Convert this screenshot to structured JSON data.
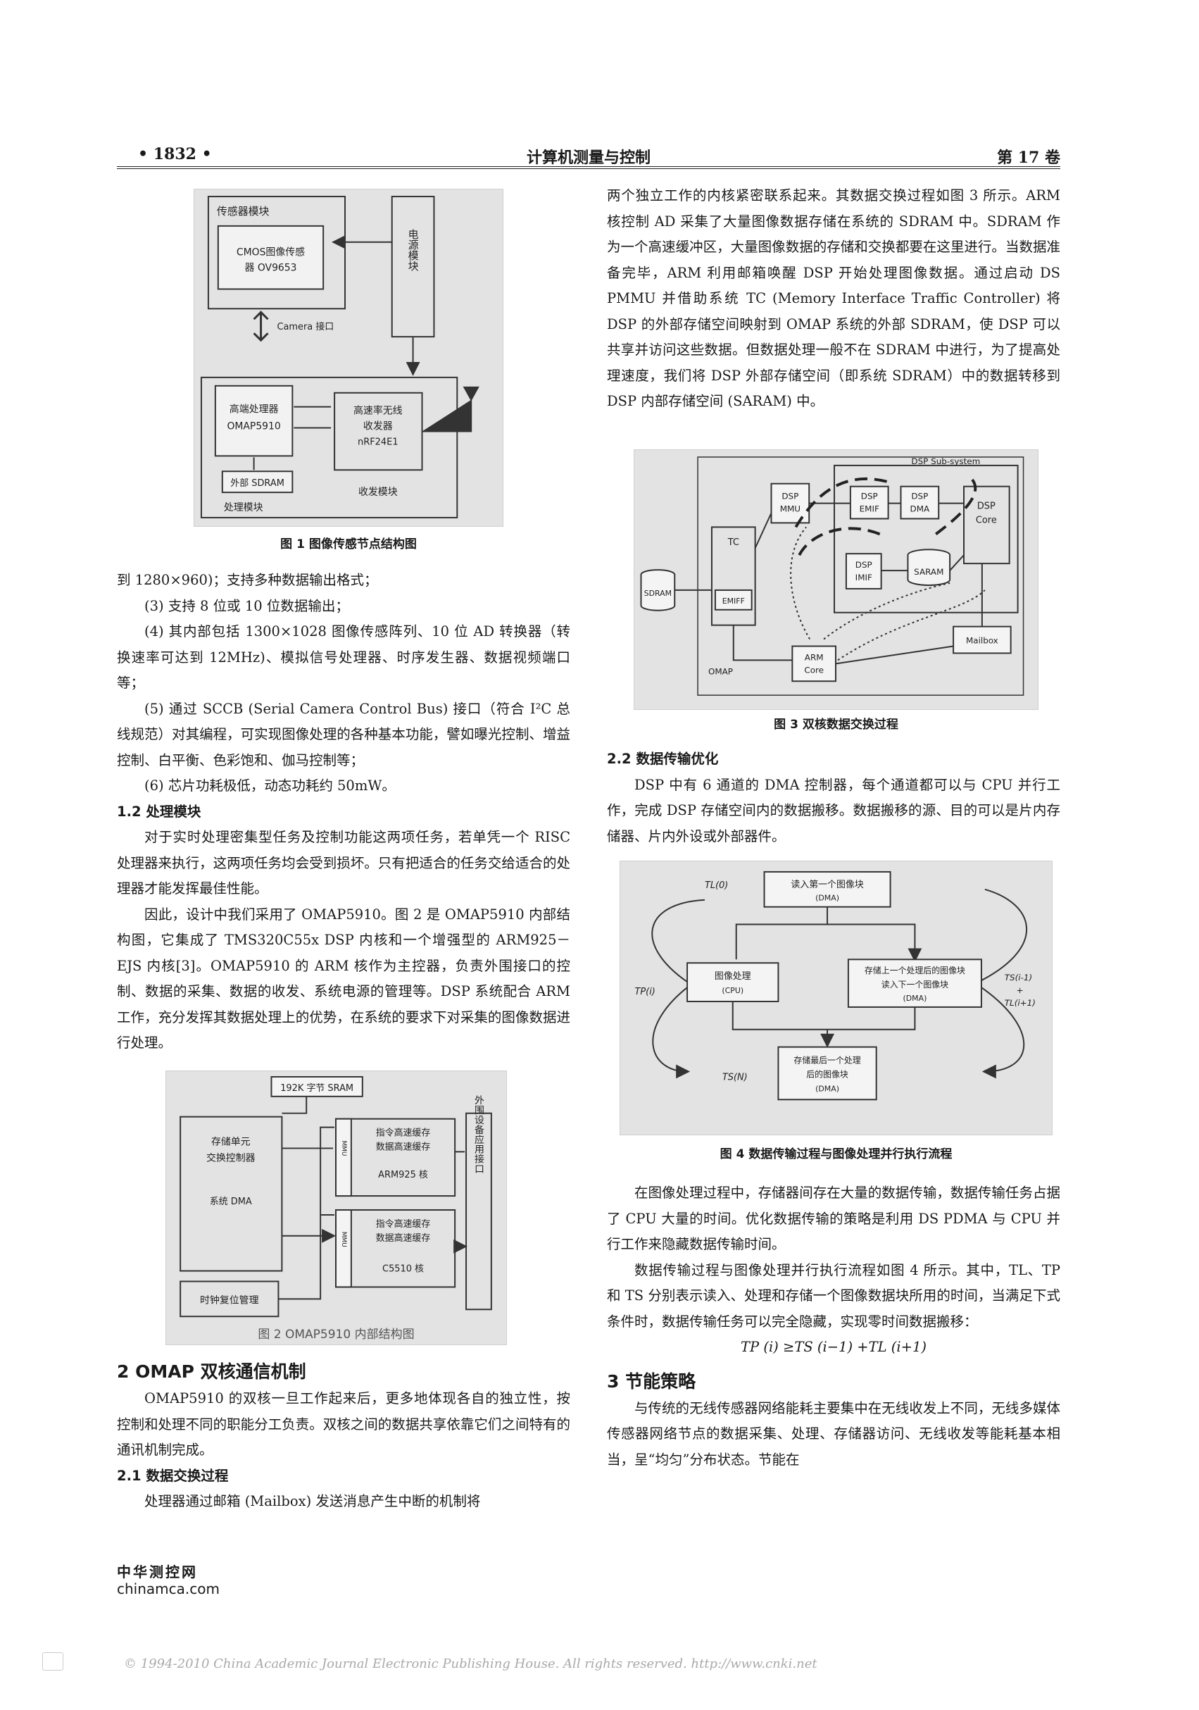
{
  "header": {
    "page": "• 1832 •",
    "journal": "计算机测量与控制",
    "volume": "第 17 卷"
  },
  "fig1": {
    "sensor_module": "传感器模块",
    "cmos_line1": "CMOS图像传感",
    "cmos_line2": "器 OV9653",
    "power_module": "电源模块",
    "camera_if": "Camera 接口",
    "cpu_line1": "高端处理器",
    "cpu_line2": "OMAP5910",
    "sdram": "外部 SDRAM",
    "proc_module": "处理模块",
    "rf_line1": "高速率无线",
    "rf_line2": "收发器",
    "rf_line3": "nRF24E1",
    "rf_module": "收发模块",
    "caption": "图 1  图像传感节点结构图"
  },
  "fig2": {
    "sram": "192K 字节 SRAM",
    "storage_line1": "存储单元",
    "storage_line2": "交换控制器",
    "sys_dma": "系统 DMA",
    "clock": "时钟复位管理",
    "mmu": "MMU",
    "cache1": "指令高速缓存",
    "cache2": "数据高速缓存",
    "arm_core": "ARM925 核",
    "c55_core": "C5510 核",
    "peripheral": "外围设备应用接口",
    "caption": "图 2  OMAP5910 内部结构图"
  },
  "fig3": {
    "subsystem": "DSP Sub-system",
    "dsp_mmu_1": "DSP",
    "dsp_mmu_2": "MMU",
    "dsp_emif_1": "DSP",
    "dsp_emif_2": "EMIF",
    "dsp_dma_1": "DSP",
    "dsp_dma_2": "DMA",
    "dsp_core_1": "DSP",
    "dsp_core_2": "Core",
    "dsp_imif_1": "DSP",
    "dsp_imif_2": "IMIF",
    "saram": "SARAM",
    "tc": "TC",
    "emiff": "EMIFF",
    "sdram": "SDRAM",
    "omap": "OMAP",
    "arm_core_1": "ARM",
    "arm_core_2": "Core",
    "mailbox": "Mailbox",
    "caption": "图 3  双核数据交换过程"
  },
  "fig4": {
    "tl0": "TL(0)",
    "read_first_1": "读入第一个图像块",
    "read_first_2": "(DMA)",
    "tp": "TP(i)",
    "proc_1": "图像处理",
    "proc_2": "(CPU)",
    "store_read_1": "存储上一个处理后的图像块",
    "store_read_2": "读入下一个图像块",
    "store_read_3": "(DMA)",
    "ts_1": "TS(i-1)",
    "ts_2": "+",
    "ts_3": "TL(i+1)",
    "store_last_1": "存储最后一个处理",
    "store_last_2": "后的图像块",
    "store_last_3": "(DMA)",
    "ts_n": "TS(N)",
    "caption": "图 4  数据传输过程与图像处理并行执行流程"
  },
  "left": {
    "l1": "到 1280×960)；支持多种数据输出格式；",
    "l2": "(3) 支持 8 位或 10 位数据输出；",
    "l3": "(4) 其内部包括 1300×1028 图像传感阵列、10 位 AD 转换器（转换速率可达到 12MHz)、模拟信号处理器、时序发生器、数据视频端口等；",
    "l4": "(5) 通过 SCCB (Serial Camera Control Bus) 接口（符合 I²C 总线规范）对其编程，可实现图像处理的各种基本功能，譬如曝光控制、增益控制、白平衡、色彩饱和、伽马控制等；",
    "l5": "(6) 芯片功耗极低，动态功耗约 50mW。",
    "h12": "1.2  处理模块",
    "p1": "对于实时处理密集型任务及控制功能这两项任务，若单凭一个 RISC 处理器来执行，这两项任务均会受到损坏。只有把适合的任务交给适合的处理器才能发挥最佳性能。",
    "p2": "因此，设计中我们采用了 OMAP5910。图 2 是 OMAP5910 内部结构图，它集成了 TMS320C55x DSP 内核和一个增强型的 ARM925－EJS 内核[3]。OMAP5910 的 ARM 核作为主控器，负责外围接口的控制、数据的采集、数据的收发、系统电源的管理等。DSP 系统配合 ARM 工作，充分发挥其数据处理上的优势，在系统的要求下对采集的图像数据进行处理。",
    "h2": "2  OMAP 双核通信机制",
    "p3": "OMAP5910 的双核一旦工作起来后，更多地体现各自的独立性，按控制和处理不同的职能分工负责。双核之间的数据共享依靠它们之间特有的通讯机制完成。",
    "h21": "2.1  数据交换过程",
    "p4": "处理器通过邮箱 (Mailbox) 发送消息产生中断的机制将"
  },
  "right": {
    "p1": "两个独立工作的内核紧密联系起来。其数据交换过程如图 3 所示。ARM 核控制 AD 采集了大量图像数据存储在系统的 SDRAM 中。SDRAM 作为一个高速缓冲区，大量图像数据的存储和交换都要在这里进行。当数据准备完毕，ARM 利用邮箱唤醒 DSP 开始处理图像数据。通过启动 DS PMMU 并借助系统 TC (Memory Interface Traffic Controller) 将 DSP 的外部存储空间映射到 OMAP 系统的外部 SDRAM，使 DSP 可以共享并访问这些数据。但数据处理一般不在 SDRAM 中进行，为了提高处理速度，我们将 DSP 外部存储空间（即系统 SDRAM）中的数据转移到 DSP 内部存储空间 (SARAM) 中。",
    "h22": "2.2  数据传输优化",
    "p2": "DSP 中有 6 通道的 DMA 控制器，每个通道都可以与 CPU 并行工作，完成 DSP 存储空间内的数据搬移。数据搬移的源、目的可以是片内存储器、片内外设或外部器件。",
    "p3": "在图像处理过程中，存储器间存在大量的数据传输，数据传输任务占据了 CPU 大量的时间。优化数据传输的策略是利用 DS PDMA 与 CPU 并行工作来隐藏数据传输时间。",
    "p4": "数据传输过程与图像处理并行执行流程如图 4 所示。其中，TL、TP 和 TS 分别表示读入、处理和存储一个图像数据块所用的时间，当满足下式条件时，数据传输任务可以完全隐藏，实现零时间数据搬移：",
    "formula": "TP (i) ≥TS (i−1) +TL (i+1)",
    "h3": "3  节能策略",
    "p5": "与传统的无线传感器网络能耗主要集中在无线收发上不同，无线多媒体传感器网络节点的数据采集、处理、存储器访问、无线收发等能耗基本相当，呈“均匀”分布状态。节能在"
  },
  "footer": {
    "brand": "中华测控网",
    "site": "chinamca.com"
  },
  "copyright": "© 1994-2010 China Academic Journal Electronic Publishing House. All rights reserved.    http://www.cnki.net"
}
